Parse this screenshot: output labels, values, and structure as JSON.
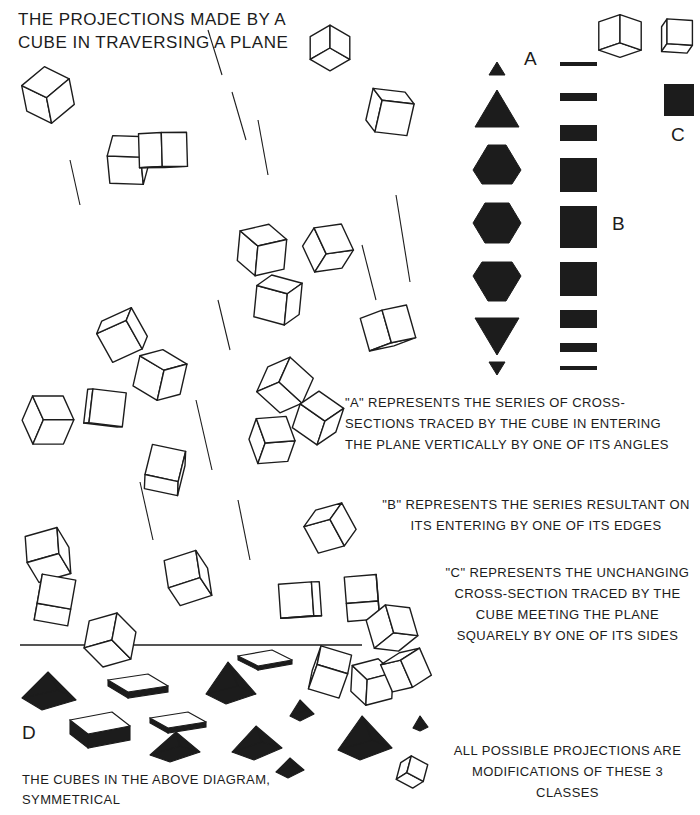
{
  "diagram": {
    "title": "THE PROJECTIONS MADE BY A CUBE IN TRAVERSING A PLANE",
    "labels": [
      "A",
      "B",
      "C",
      "D",
      "\"A\" REPRESENTS THE SERIES OF CROSS-SECTIONS TRACED BY THE CUBE IN ENTERING THE PLANE VERTICALLY BY ONE OF ITS ANGLES",
      "\"B\" REPRESENTS THE SERIES RESULTANT ON ITS ENTERING BY ONE OF ITS EDGES",
      "\"C\" REPRESENTS THE UNCHANGING CROSS-SECTION TRACED BY THE CUBE MEETING THE PLANE SQUARELY BY ONE OF ITS SIDES",
      "ALL POSSIBLE PROJECTIONS ARE MODIFICATIONS OF THESE 3 CLASSES",
      "THE CUBES IN THE ABOVE DIAGRAM, SYMMETRICAL"
    ]
  }
}
